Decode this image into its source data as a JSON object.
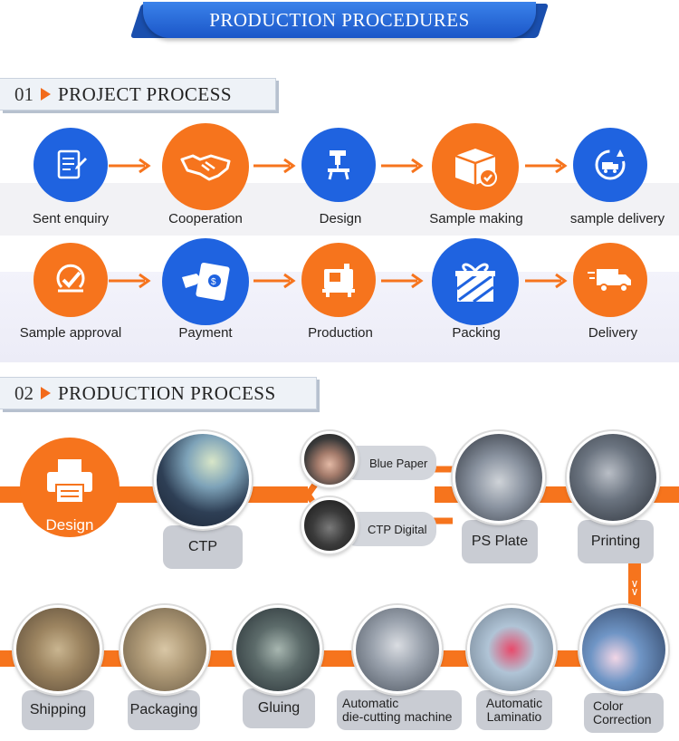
{
  "banner": {
    "title": "PRODUCTION PROCEDURES"
  },
  "section1": {
    "number": "01",
    "title": "PROJECT PROCESS"
  },
  "section2": {
    "number": "02",
    "title": "PRODUCTION PROCESS"
  },
  "project_steps_row1": [
    {
      "label": "Sent enquiry",
      "icon": "enquiry-icon",
      "color": "blue"
    },
    {
      "label": "Cooperation",
      "icon": "handshake-icon",
      "color": "orange"
    },
    {
      "label": "Design",
      "icon": "design-tool-icon",
      "color": "blue"
    },
    {
      "label": "Sample making",
      "icon": "box-check-icon",
      "color": "orange"
    },
    {
      "label": "sample delivery",
      "icon": "delivery-cycle-icon",
      "color": "blue"
    }
  ],
  "project_steps_row2": [
    {
      "label": "Sample approval",
      "icon": "approval-check-icon",
      "color": "orange"
    },
    {
      "label": "Payment",
      "icon": "payment-icon",
      "color": "blue"
    },
    {
      "label": "Production",
      "icon": "machine-icon",
      "color": "orange"
    },
    {
      "label": "Packing",
      "icon": "gift-box-icon",
      "color": "blue"
    },
    {
      "label": "Delivery",
      "icon": "truck-icon",
      "color": "orange"
    }
  ],
  "production": {
    "design": "Design",
    "ctp": "CTP",
    "blue_paper": "Blue  Paper",
    "ctp_digital": "CTP Digital",
    "ps_plate": "PS  Plate",
    "printing": "Printing",
    "color_correction_1": "Color",
    "color_correction_2": "Correction",
    "lamination_1": "Automatic",
    "lamination_2": "Laminatio",
    "diecut_1": "Automatic",
    "diecut_2": "die-cutting machine",
    "gluing": "Gluing",
    "packaging": "Packaging",
    "shipping": "Shipping",
    "down_arrow": "∨\n∨"
  },
  "colors": {
    "orange": "#f6741d",
    "blue": "#1f63e0",
    "banner": "#2a6ee0"
  }
}
